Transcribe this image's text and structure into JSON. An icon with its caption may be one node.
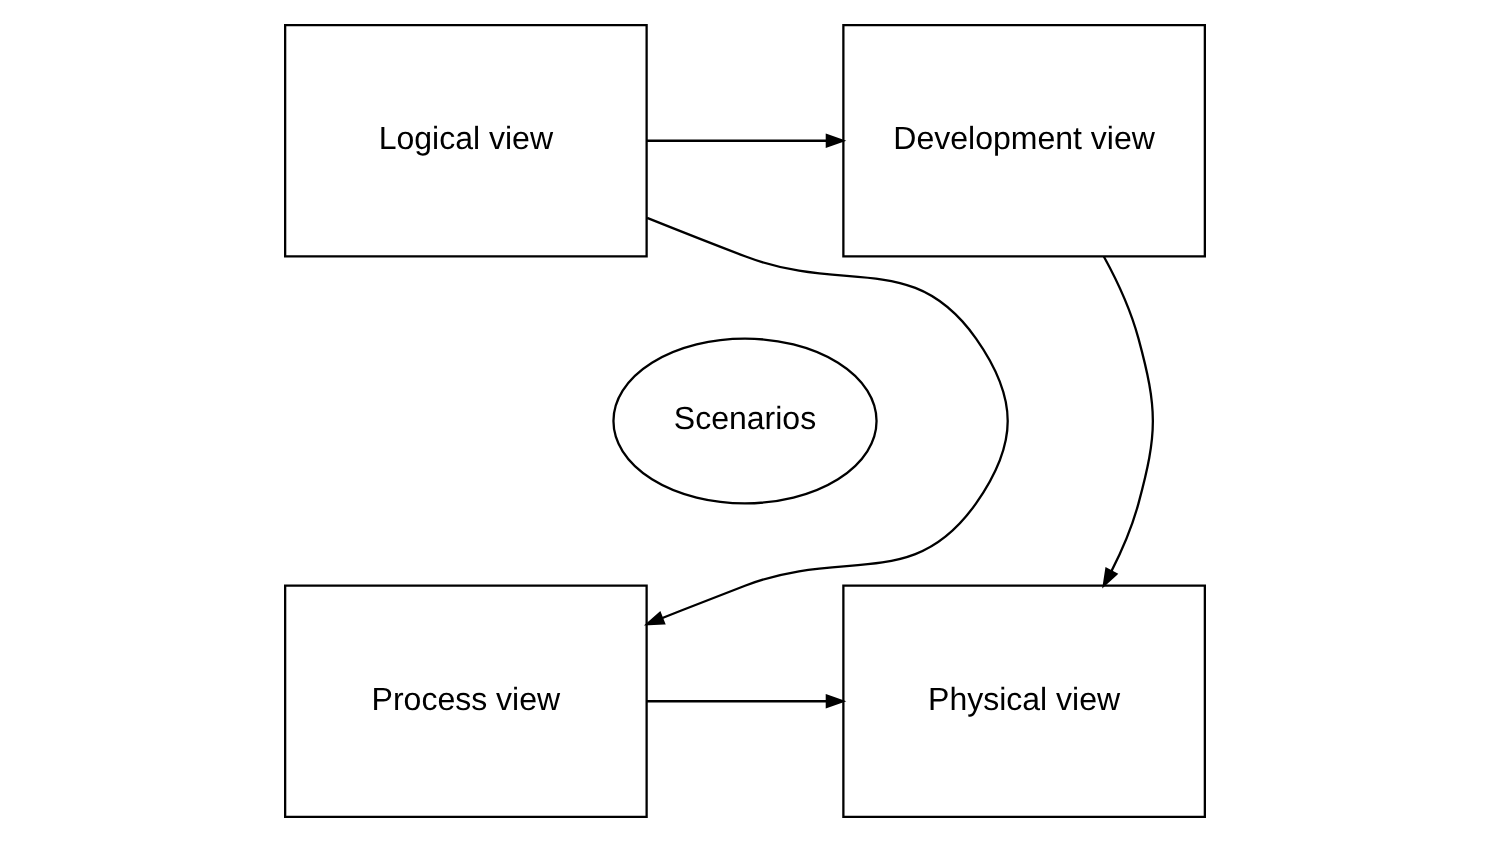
{
  "diagram": {
    "nodes": [
      {
        "text": [
          "Logical view"
        ]
      },
      {
        "text": [
          "Development view"
        ]
      },
      {
        "text": [
          "Scenarios"
        ]
      },
      {
        "text": [
          "Process view"
        ]
      },
      {
        "text": [
          "Physical view"
        ]
      }
    ],
    "edges": [
      {
        "from": 0,
        "to": 1,
        "arrow": "to"
      },
      {
        "from": 0,
        "to": 3,
        "arrow": "to"
      },
      {
        "from": 1,
        "to": 4,
        "arrow": "to"
      },
      {
        "from": 3,
        "to": 4,
        "arrow": "to"
      }
    ]
  }
}
